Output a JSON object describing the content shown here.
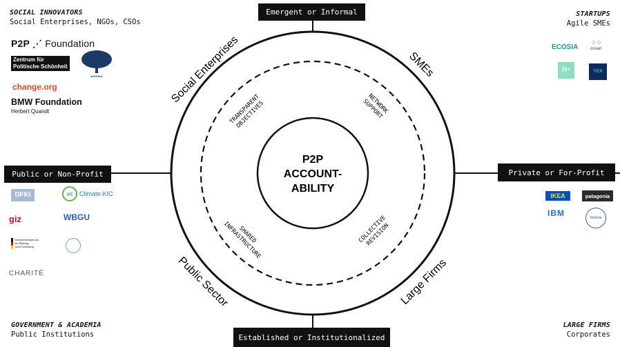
{
  "axes": {
    "top": "Emergent or Informal",
    "bottom": "Established or Institutionalized",
    "left": "Public or Non-Profit",
    "right": "Private or For-Profit"
  },
  "corners": {
    "top_left": {
      "heading": "SOCIAL INNOVATORS",
      "sub": "Social Enterprises, NGOs, CSOs"
    },
    "top_right": {
      "heading": "STARTUPS",
      "sub": "Agile SMEs"
    },
    "bottom_left": {
      "heading": "GOVERNMENT & ACADEMIA",
      "sub": "Public Institutions"
    },
    "bottom_right": {
      "heading": "LARGE FIRMS",
      "sub": "Corporates"
    }
  },
  "ring_labels": {
    "top_left": "Social Enterprises",
    "top_right": "SMEs",
    "bottom_left": "Public Sector",
    "bottom_right": "Large Firms"
  },
  "inner_labels": {
    "top_left": [
      "TRANSPARENT",
      "OBJECTIVES"
    ],
    "top_right": [
      "NETWORK",
      "SUPPORT"
    ],
    "bottom_left": [
      "SHARED",
      "INFRASTRUCTURE"
    ],
    "bottom_right": [
      "COLLECTIVE",
      "REVISION"
    ]
  },
  "center": [
    "P2P",
    "ACCOUNT-",
    "ABILITY"
  ],
  "logos": {
    "p2p": {
      "bold": "P2P",
      "rest": "Foundation"
    },
    "zentrum": [
      "Zentrum für",
      "Politische Schönheit"
    ],
    "ashoka": "ASHOKA",
    "change": "change.org",
    "bmw": {
      "name": "BMW Foundation",
      "sub": "Herbert Quandt"
    },
    "dfki": "DFKI",
    "climate_kic": {
      "badge": "eit",
      "name": "Climate-KIC"
    },
    "giz": "giz",
    "wbgu": "WBGU",
    "bmbf": [
      "Bundesministerium",
      "für Bildung",
      "und Forschung"
    ],
    "charite": "CHARITÉ",
    "ecosia": "ECOSIA",
    "ocean": "ocean",
    "r6": "R⁶",
    "tier": "TIER",
    "ikea": "IKEA",
    "patagonia": "patagonia",
    "ibm": "IBM",
    "weleda": "Weleda"
  }
}
